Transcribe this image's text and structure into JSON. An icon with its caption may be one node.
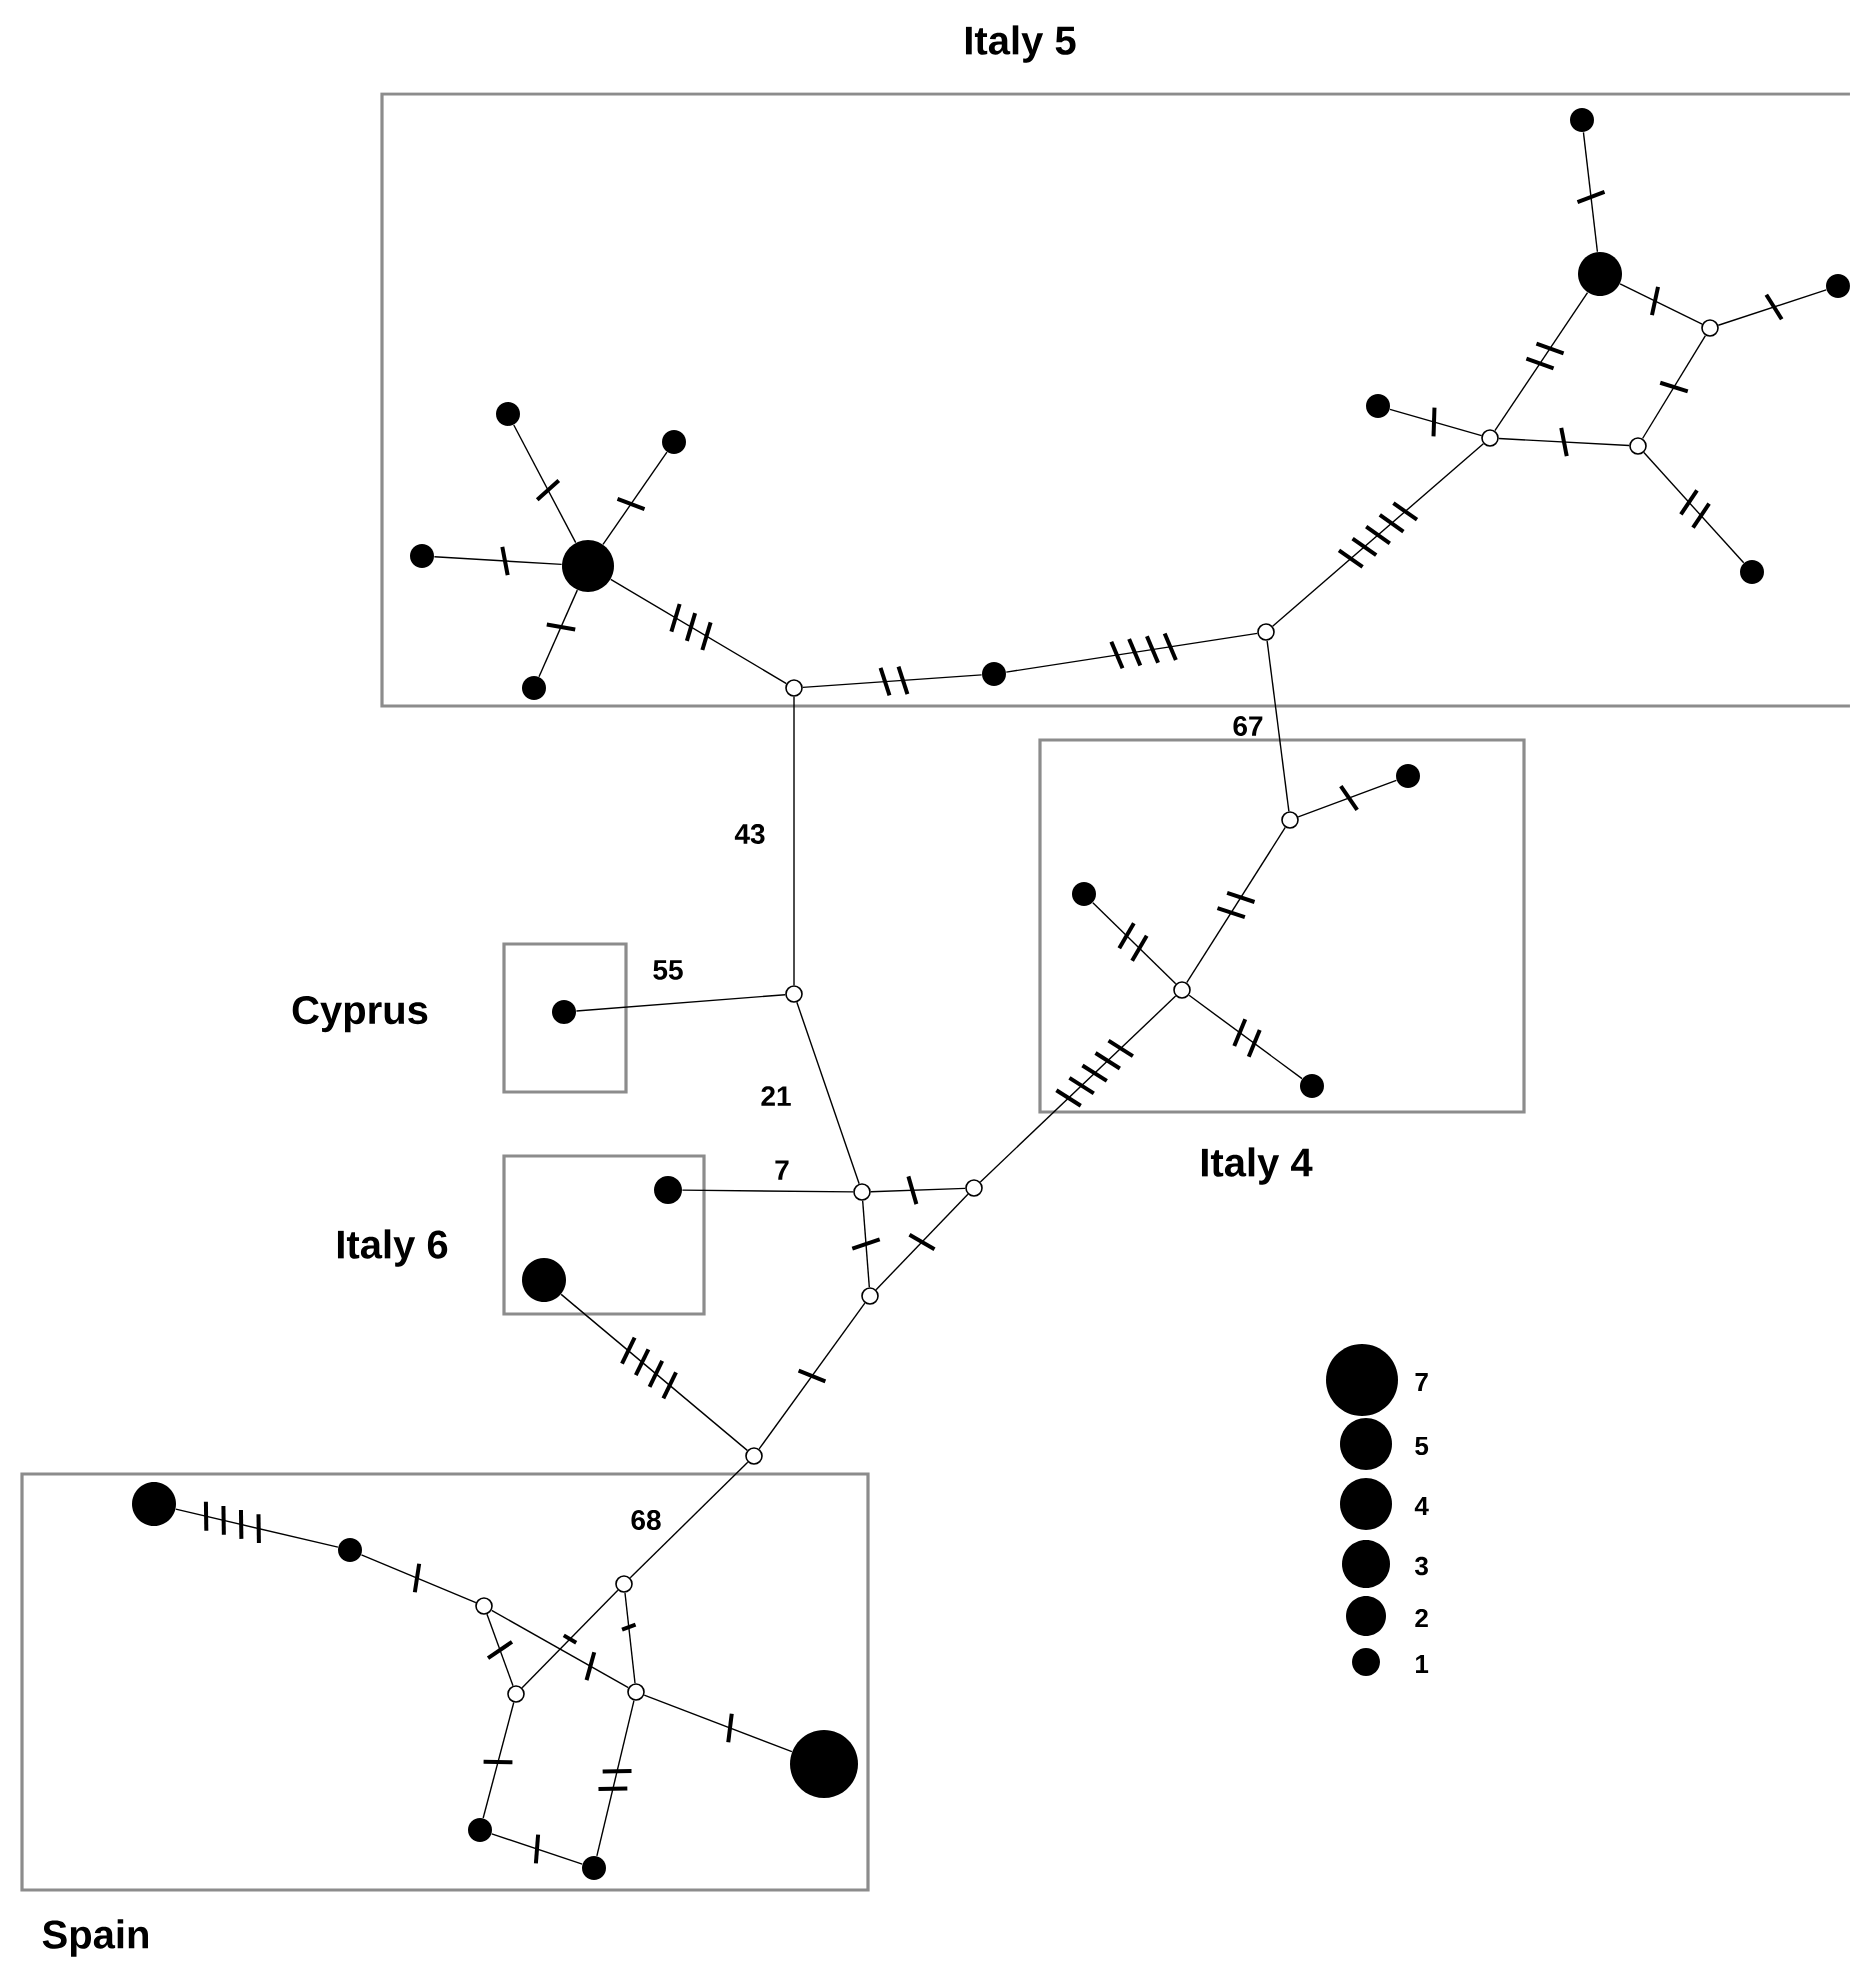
{
  "diagram": {
    "nodes": [
      {
        "text": [
          "Italy 5"
        ]
      },
      {
        "text": [],
        "shape": "circle",
        "in": 0
      },
      {
        "text": [],
        "shape": "circle",
        "in": 0
      },
      {
        "text": [],
        "shape": "circle",
        "in": 0
      },
      {
        "text": [],
        "shape": "circle",
        "in": 0
      },
      {
        "text": [],
        "shape": "circle",
        "in": 0
      },
      {
        "text": [],
        "shape": "circle",
        "in": 0
      },
      {
        "text": [],
        "shape": "circle",
        "in": 0
      },
      {
        "text": [],
        "shape": "circle",
        "in": 0
      },
      {
        "text": [],
        "shape": "circle",
        "in": 0
      },
      {
        "text": [],
        "shape": "circle",
        "in": 0
      },
      {
        "text": [],
        "shape": "circle",
        "in": 0
      },
      {
        "text": [],
        "shape": "circle",
        "in": 0
      },
      {
        "text": [],
        "shape": "circle",
        "in": 0
      },
      {
        "text": [],
        "shape": "circle",
        "in": 0
      },
      {
        "text": [],
        "shape": "circle",
        "in": 0
      },
      {
        "text": [],
        "shape": "circle",
        "in": 0
      },
      {
        "text": [
          "Italy 4"
        ]
      },
      {
        "text": [],
        "shape": "circle",
        "in": 17
      },
      {
        "text": [],
        "shape": "circle",
        "in": 17
      },
      {
        "text": [],
        "shape": "circle",
        "in": 17
      },
      {
        "text": [],
        "shape": "circle",
        "in": 17
      },
      {
        "text": [],
        "shape": "circle",
        "in": 17
      },
      {
        "text": [
          "Cyprus"
        ]
      },
      {
        "text": [],
        "shape": "circle",
        "in": 23
      },
      {
        "text": [
          "Italy 6"
        ]
      },
      {
        "text": [],
        "shape": "circle",
        "in": 25
      },
      {
        "text": [],
        "shape": "circle",
        "in": 25
      },
      {
        "text": [
          "Spain"
        ]
      },
      {
        "text": [],
        "shape": "circle",
        "in": 28
      },
      {
        "text": [],
        "shape": "circle",
        "in": 28
      },
      {
        "text": [],
        "shape": "circle",
        "in": 28
      },
      {
        "text": [],
        "shape": "circle",
        "in": 28
      },
      {
        "text": [],
        "shape": "circle",
        "in": 28
      },
      {
        "text": [],
        "shape": "circle",
        "in": 28
      },
      {
        "text": [],
        "shape": "circle",
        "in": 28
      },
      {
        "text": [],
        "shape": "circle",
        "in": 28
      },
      {
        "text": [],
        "shape": "circle",
        "in": 28
      },
      {
        "text": [],
        "shape": "circle"
      },
      {
        "text": [],
        "shape": "circle"
      },
      {
        "text": [],
        "shape": "circle"
      },
      {
        "text": [],
        "shape": "circle"
      },
      {
        "text": [],
        "shape": "circle"
      }
    ],
    "edges": [
      {
        "from": 1,
        "to": 2,
        "arrow": "none"
      },
      {
        "from": 1,
        "to": 3,
        "arrow": "none"
      },
      {
        "from": 1,
        "to": 4,
        "arrow": "none"
      },
      {
        "from": 1,
        "to": 5,
        "arrow": "none"
      },
      {
        "from": 1,
        "to": 6,
        "arrow": "none"
      },
      {
        "from": 6,
        "to": 7,
        "arrow": "none"
      },
      {
        "from": 7,
        "to": 8,
        "arrow": "none"
      },
      {
        "from": 8,
        "to": 9,
        "arrow": "none"
      },
      {
        "from": 9,
        "to": 10,
        "arrow": "none"
      },
      {
        "from": 9,
        "to": 11,
        "arrow": "none"
      },
      {
        "from": 11,
        "to": 12,
        "arrow": "none"
      },
      {
        "from": 11,
        "to": 13,
        "arrow": "none"
      },
      {
        "from": 13,
        "to": 14,
        "arrow": "none"
      },
      {
        "from": 13,
        "to": 15,
        "arrow": "none"
      },
      {
        "from": 9,
        "to": 15,
        "arrow": "none"
      },
      {
        "from": 15,
        "to": 16,
        "arrow": "none"
      },
      {
        "from": 6,
        "to": 38,
        "arrow": "none",
        "label": "43"
      },
      {
        "from": 8,
        "to": 18,
        "arrow": "none",
        "label": "67"
      },
      {
        "from": 18,
        "to": 19,
        "arrow": "none"
      },
      {
        "from": 18,
        "to": 20,
        "arrow": "none"
      },
      {
        "from": 20,
        "to": 21,
        "arrow": "none"
      },
      {
        "from": 20,
        "to": 22,
        "arrow": "none"
      },
      {
        "from": 20,
        "to": 40,
        "arrow": "none"
      },
      {
        "from": 38,
        "to": 24,
        "arrow": "none",
        "label": "55"
      },
      {
        "from": 38,
        "to": 39,
        "arrow": "none",
        "label": "21"
      },
      {
        "from": 39,
        "to": 26,
        "arrow": "none",
        "label": "7"
      },
      {
        "from": 39,
        "to": 40,
        "arrow": "none"
      },
      {
        "from": 39,
        "to": 41,
        "arrow": "none"
      },
      {
        "from": 40,
        "to": 41,
        "arrow": "none"
      },
      {
        "from": 41,
        "to": 42,
        "arrow": "none"
      },
      {
        "from": 42,
        "to": 27,
        "arrow": "none"
      },
      {
        "from": 42,
        "to": 32,
        "arrow": "none",
        "label": "68"
      },
      {
        "from": 29,
        "to": 30,
        "arrow": "none"
      },
      {
        "from": 30,
        "to": 31,
        "arrow": "none"
      },
      {
        "from": 31,
        "to": 33,
        "arrow": "none"
      },
      {
        "from": 31,
        "to": 34,
        "arrow": "none"
      },
      {
        "from": 34,
        "to": 35,
        "arrow": "none"
      },
      {
        "from": 32,
        "to": 33,
        "arrow": "none"
      },
      {
        "from": 32,
        "to": 34,
        "arrow": "none"
      },
      {
        "from": 33,
        "to": 36,
        "arrow": "none"
      },
      {
        "from": 34,
        "to": 37,
        "arrow": "none"
      },
      {
        "from": 36,
        "to": 37,
        "arrow": "none"
      }
    ],
    "legend": [
      {
        "text": "7",
        "color": "#000000"
      },
      {
        "text": "5",
        "color": "#000000"
      },
      {
        "text": "4",
        "color": "#000000"
      },
      {
        "text": "3",
        "color": "#000000"
      },
      {
        "text": "2",
        "color": "#000000"
      },
      {
        "text": "1",
        "color": "#000000"
      }
    ]
  }
}
